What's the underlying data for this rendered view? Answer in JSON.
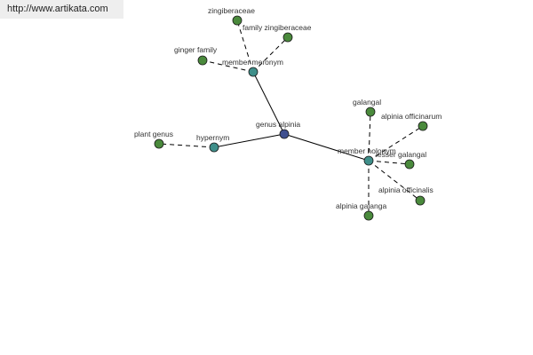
{
  "watermark": "http://www.artikata.com",
  "colors": {
    "center": "#3f4f8f",
    "relation": "#3f8f8a",
    "leaf": "#4a8a3c"
  },
  "graph": {
    "center": "genus alpinia",
    "relations": {
      "member_meronym": "member meronym",
      "hypernym": "hypernym",
      "member_holonym": "member holonym"
    },
    "leaves": {
      "zingiberaceae": "zingiberaceae",
      "family_zingiberaceae": "family zingiberaceae",
      "ginger_family": "ginger family",
      "plant_genus": "plant genus",
      "galangal": "galangal",
      "alpinia_officinarum": "alpinia officinarum",
      "lesser_galangal": "lesser galangal",
      "alpinia_officinalis": "alpinia officinalis",
      "alpinia_galanga": "alpinia galanga"
    }
  }
}
